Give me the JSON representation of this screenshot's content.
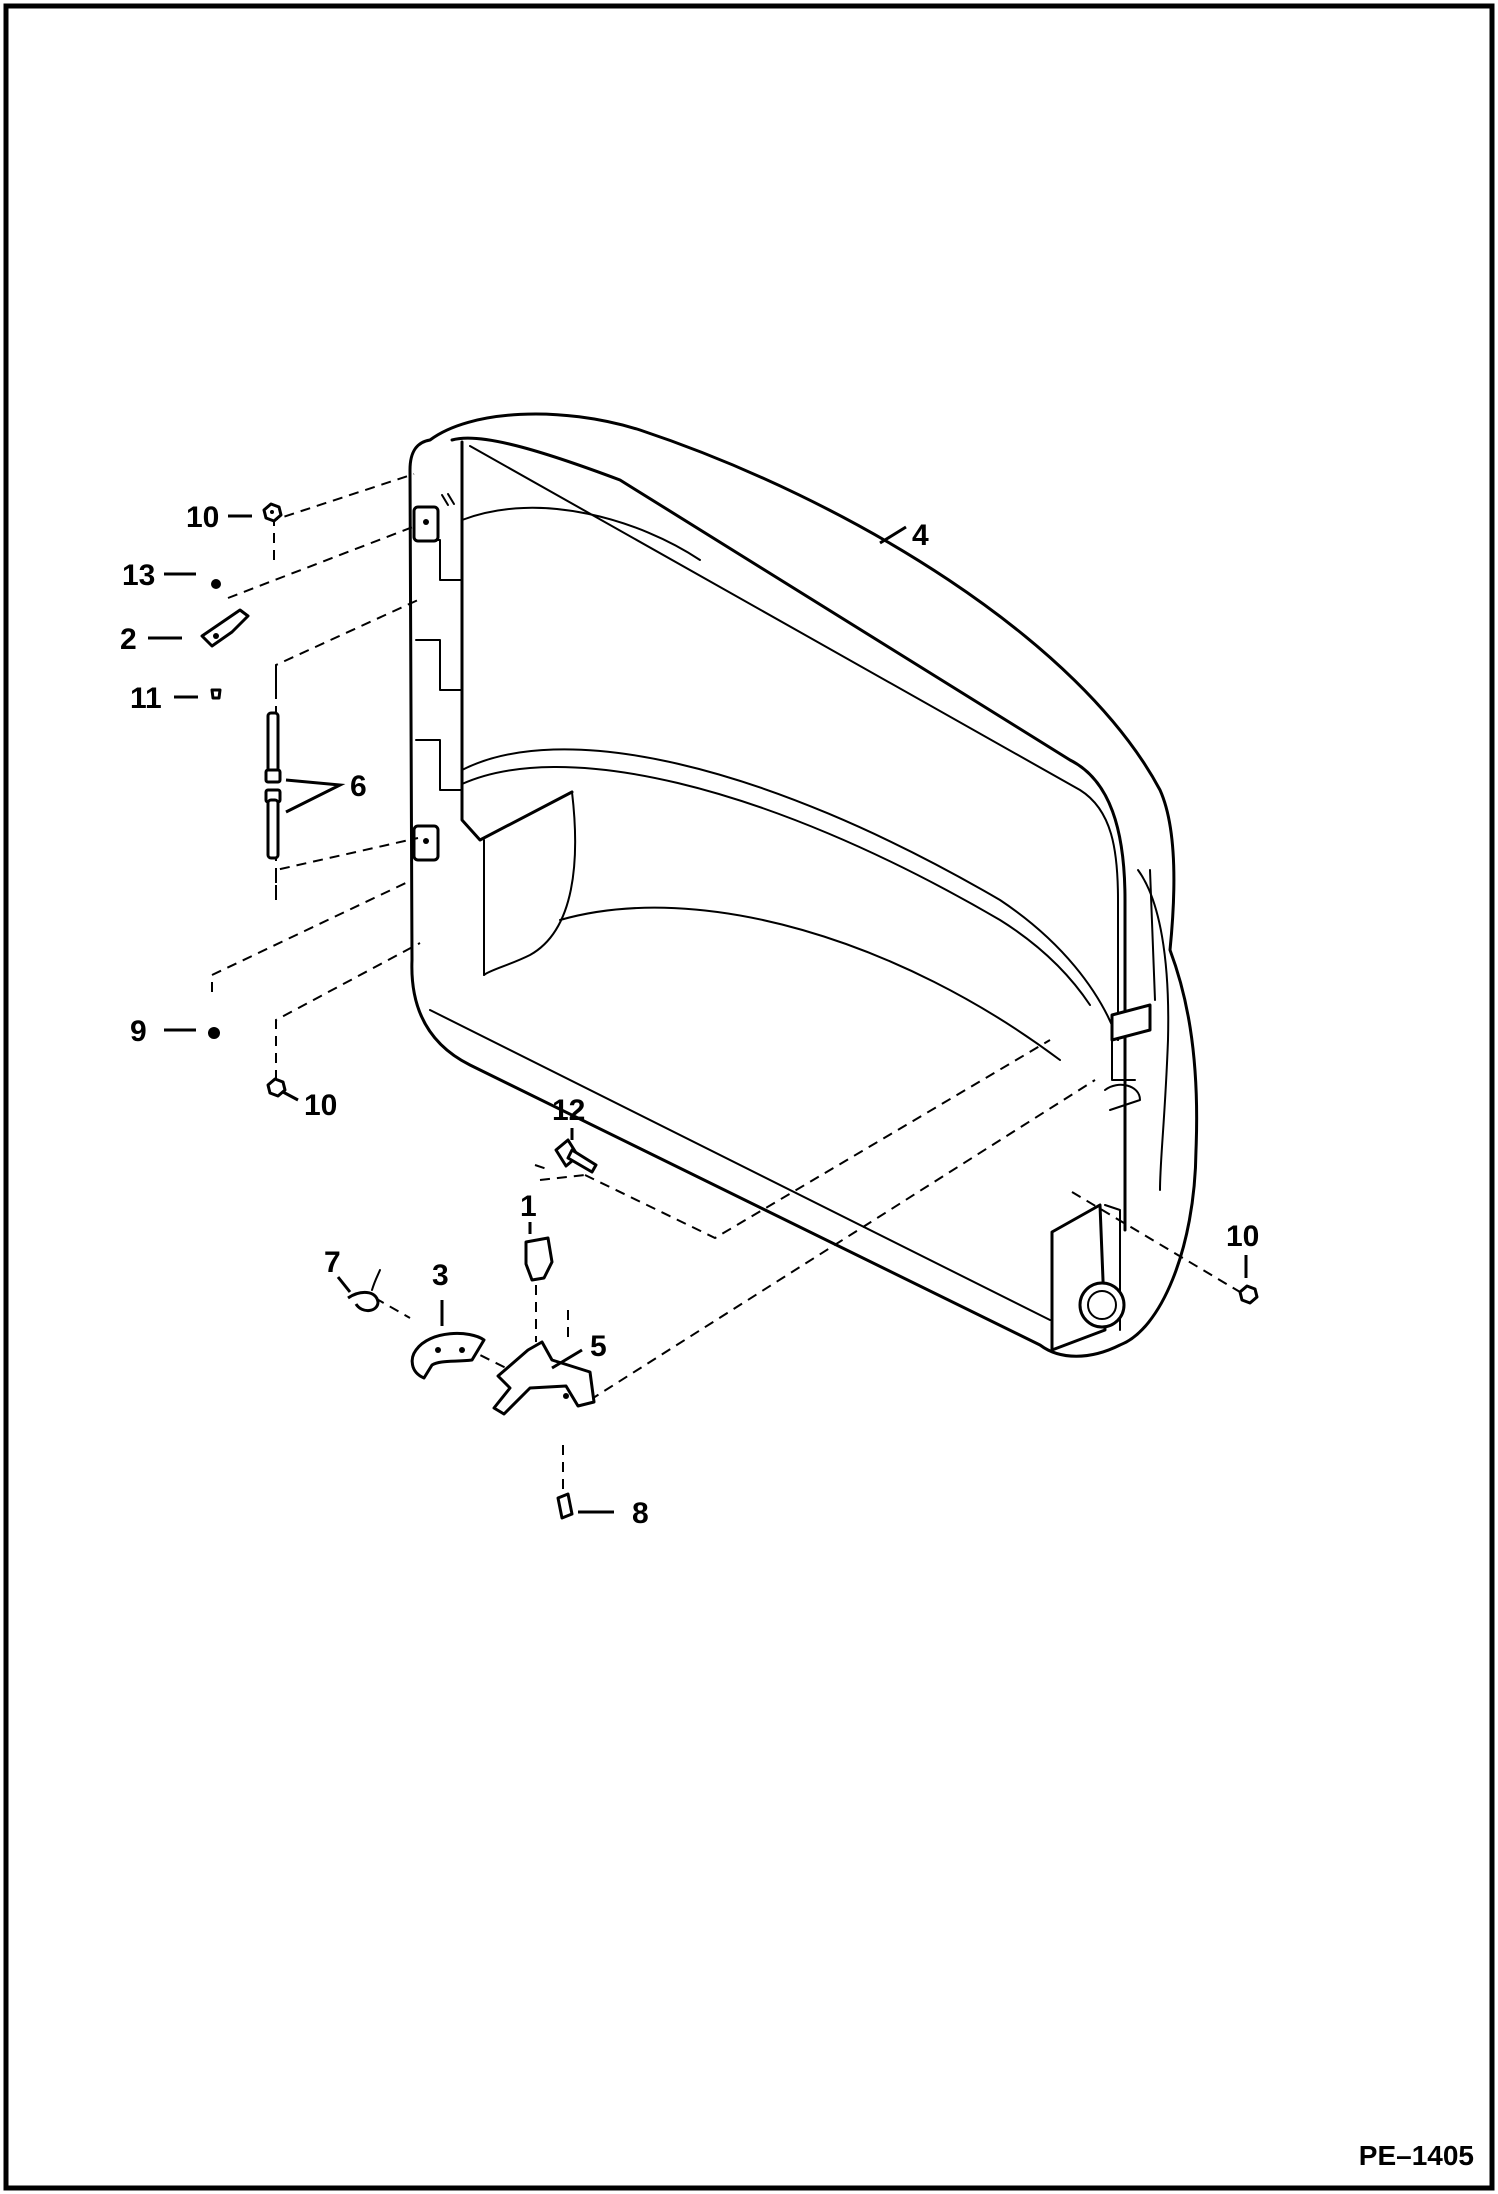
{
  "drawing_code": "PE–1405",
  "callouts": {
    "c1": "1",
    "c2": "2",
    "c3": "3",
    "c4": "4",
    "c5": "5",
    "c6": "6",
    "c7": "7",
    "c8": "8",
    "c9": "9",
    "c10a": "10",
    "c10b": "10",
    "c10c": "10",
    "c11": "11",
    "c12": "12",
    "c13": "13"
  }
}
